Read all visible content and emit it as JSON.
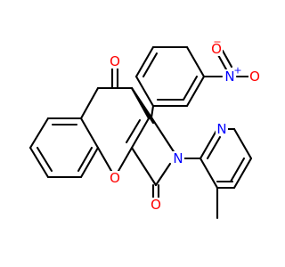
{
  "molecule": {
    "atoms": {
      "O_nitro_top": "O",
      "N_nitro": "N",
      "O_nitro_right": "O",
      "N_pyridine": "N",
      "O_ketone_top": "O",
      "N_lactam": "N",
      "O_chromene": "O",
      "O_ketone_bottom": "O"
    },
    "charges": {
      "N_nitro_plus": "+",
      "O_nitro_minus": "−"
    },
    "colors": {
      "bond": "#000000",
      "oxygen": "#ff0000",
      "nitrogen": "#0000ff"
    }
  }
}
